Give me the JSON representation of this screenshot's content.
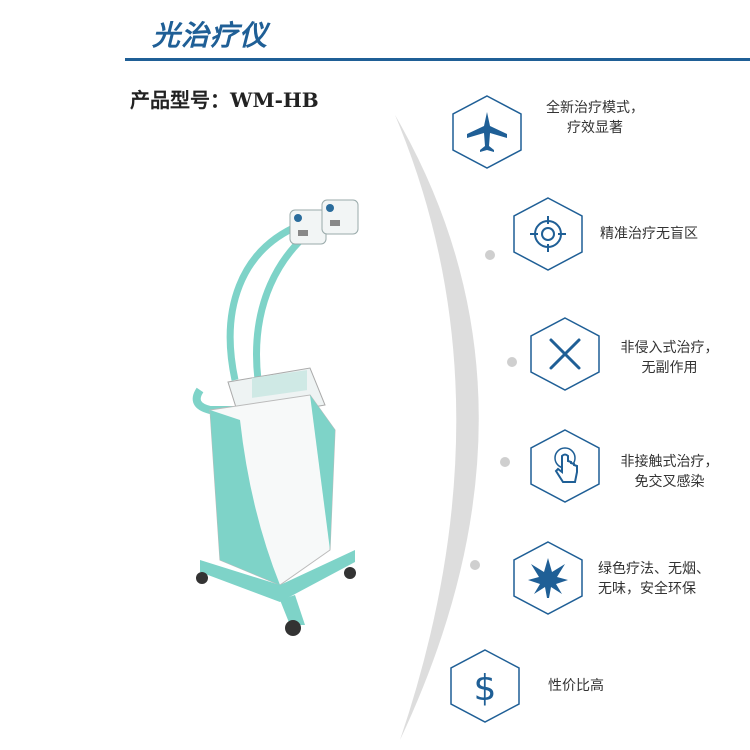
{
  "header": {
    "title": "光治疗仪",
    "model_label": "产品型号：WM-HB"
  },
  "colors": {
    "accent": "#1f5f96",
    "device_teal": "#7ed3c8",
    "arc_gray": "#cccccc"
  },
  "features": [
    {
      "icon": "airplane-icon",
      "lines": [
        "全新治疗模式，",
        "疗效显著"
      ]
    },
    {
      "icon": "target-icon",
      "lines": [
        "精准治疗无盲区"
      ]
    },
    {
      "icon": "cross-icon",
      "lines": [
        "非侵入式治疗，",
        "无副作用"
      ]
    },
    {
      "icon": "pointer-hand-icon",
      "lines": [
        "非接触式治疗，",
        "免交叉感染"
      ]
    },
    {
      "icon": "leaf-icon",
      "lines": [
        "绿色疗法、无烟、",
        "无味，安全环保"
      ]
    },
    {
      "icon": "dollar-icon",
      "lines": [
        "性价比高"
      ]
    }
  ]
}
